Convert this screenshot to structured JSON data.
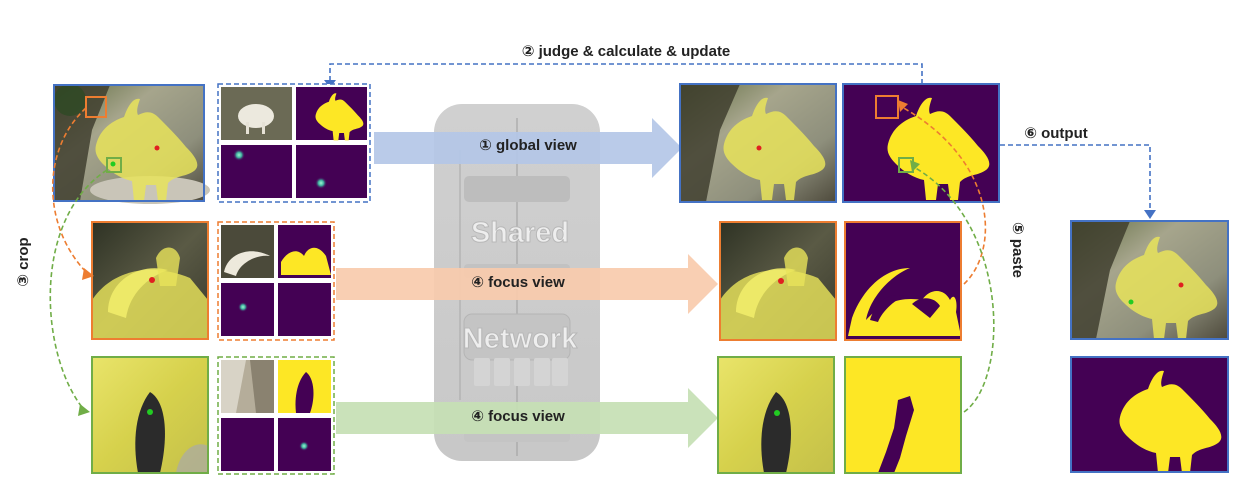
{
  "steps": {
    "judge": "② judge & calculate & update",
    "global_view": "① global view",
    "crop": "③ crop",
    "focus_view_1": "④ focus view",
    "focus_view_2": "④ focus view",
    "paste": "⑤ paste",
    "output": "⑥ output"
  },
  "network": {
    "word1": "Shared",
    "word2": "Network"
  },
  "colors": {
    "global": "#4472c4",
    "focus_orange": "#ed7d31",
    "focus_green": "#70ad47",
    "mask_bg": "#440154",
    "mask_fg": "#fde725",
    "network_bg": "#d9d9d9"
  },
  "icons": {
    "arrow": "arrow-right-icon",
    "click": "click-point-icon",
    "box": "bounding-box-icon"
  }
}
